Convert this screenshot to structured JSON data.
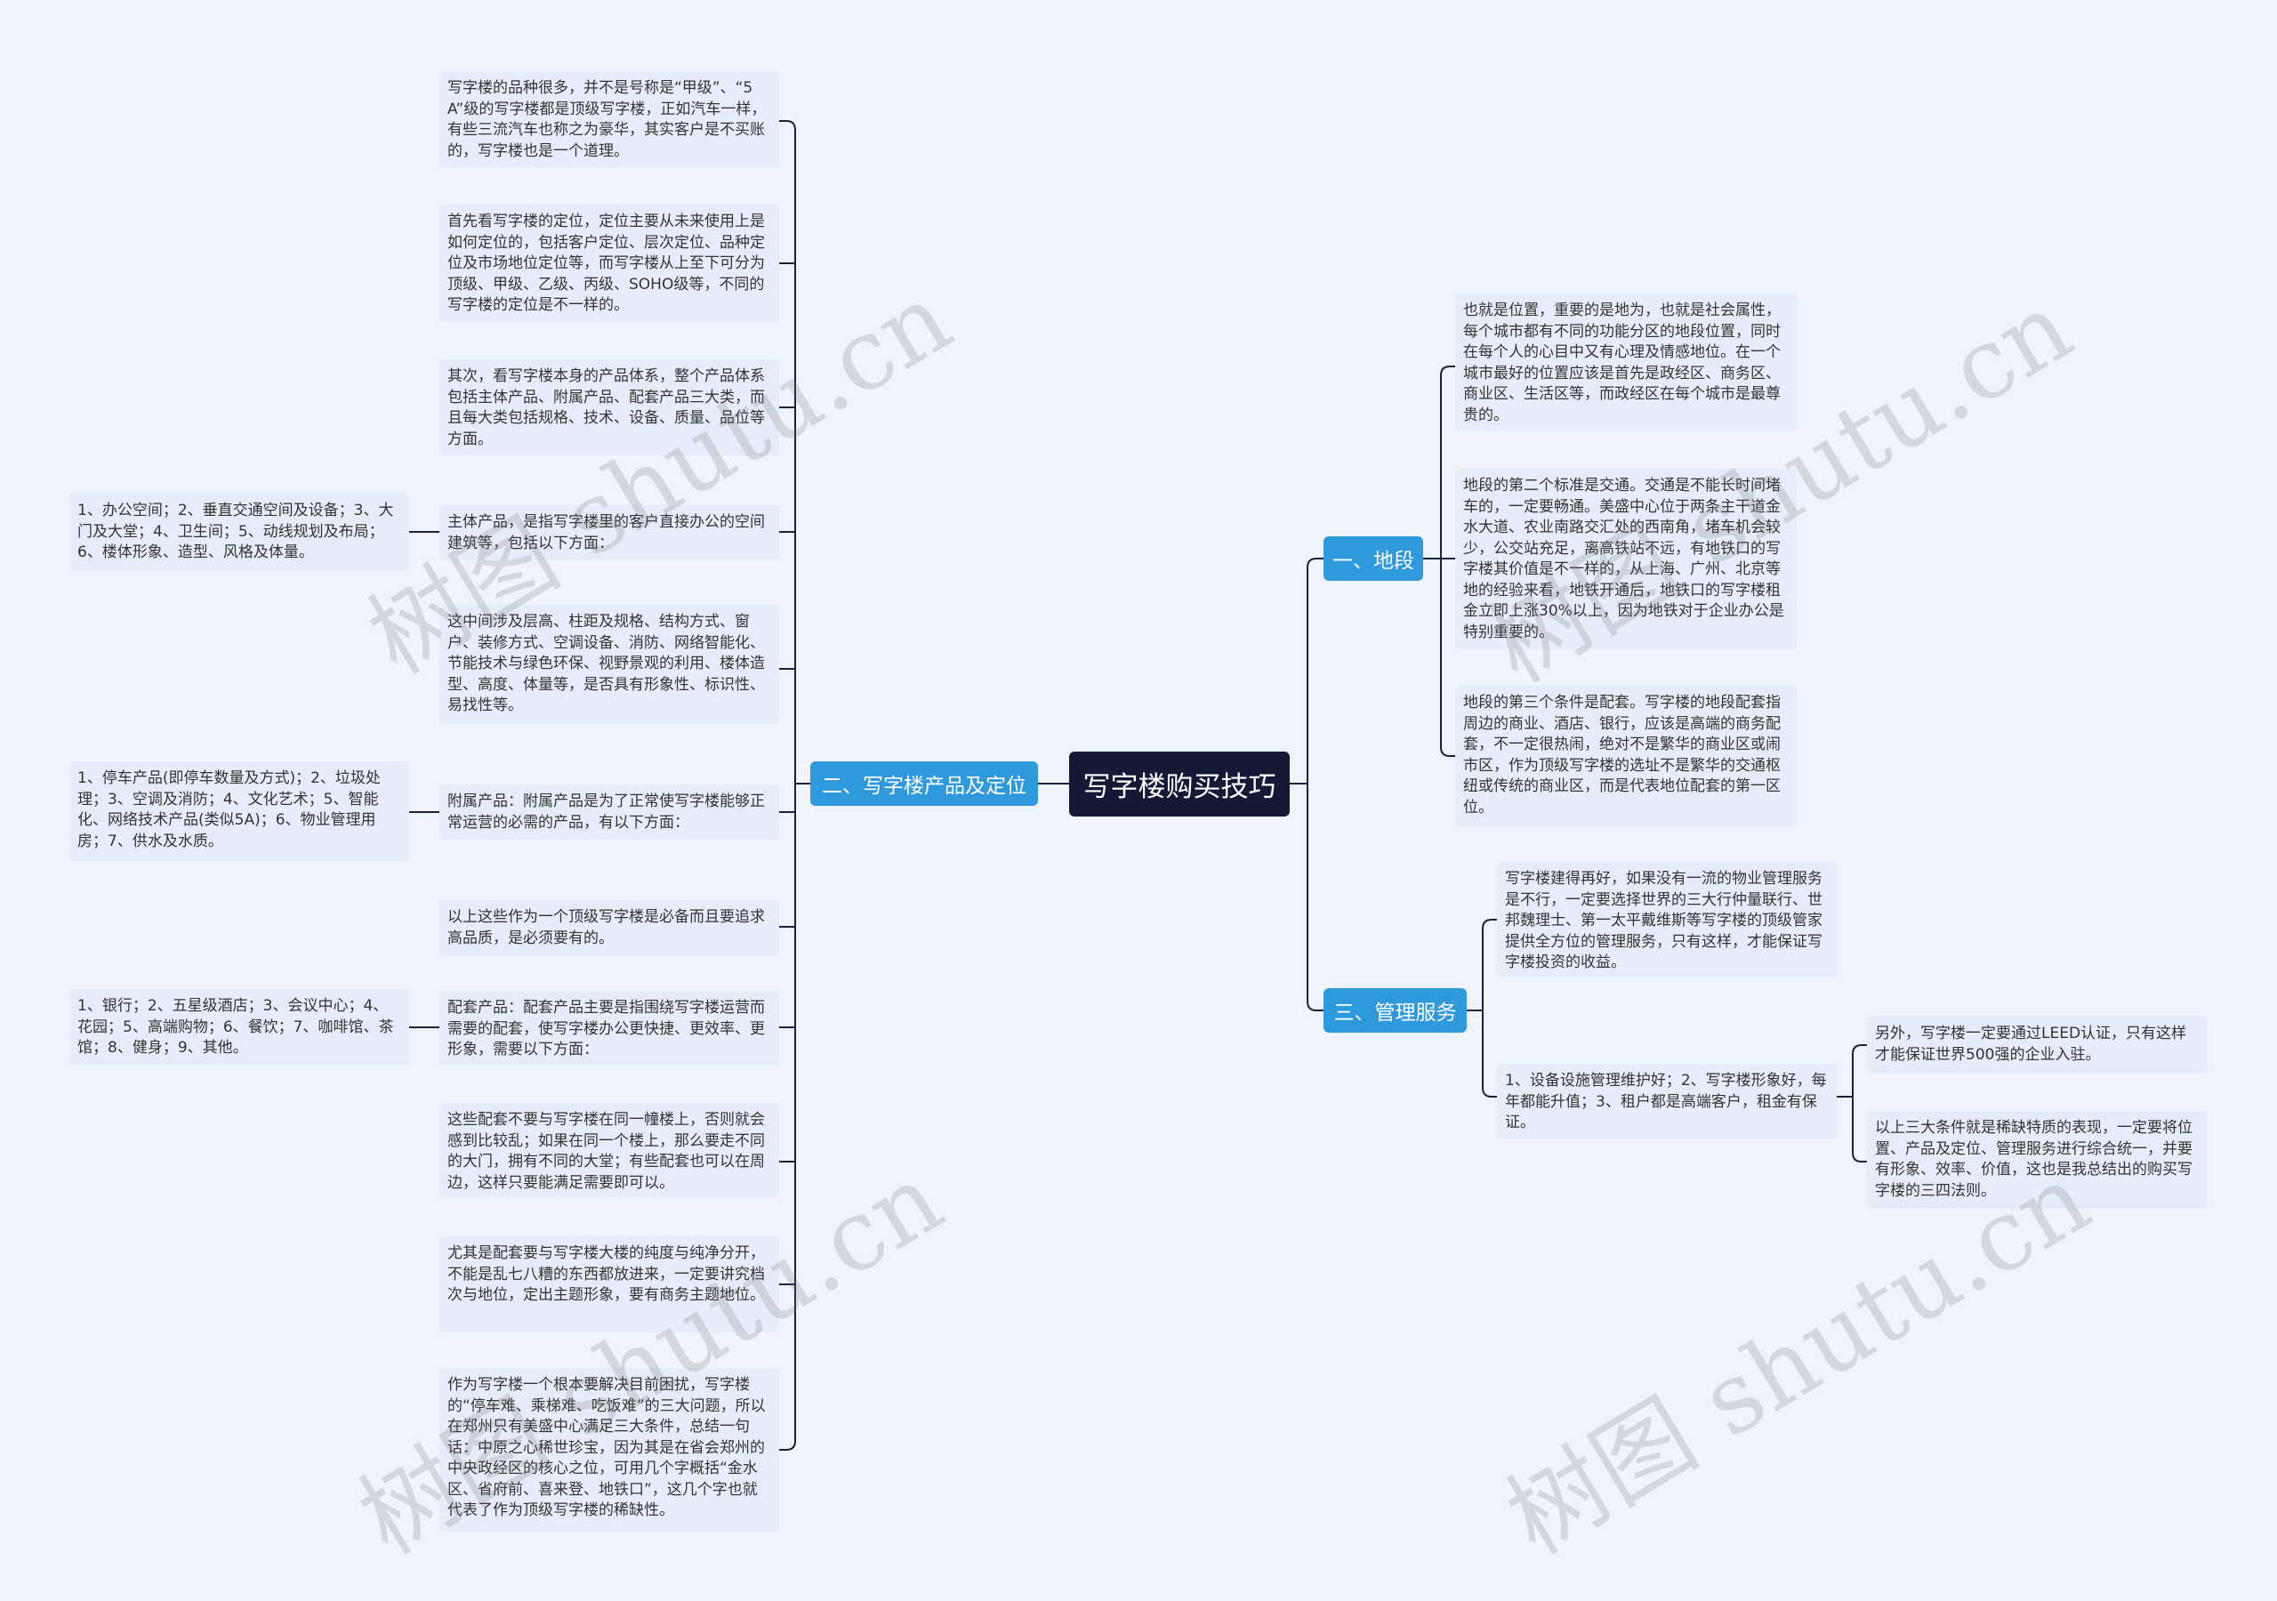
{
  "root": "写字楼购买技巧",
  "branches": {
    "b1": "一、地段",
    "b2": "二、写字楼产品及定位",
    "b3": "三、管理服务"
  },
  "b1_children": [
    "也就是位置，重要的是地为，也就是社会属性，每个城市都有不同的功能分区的地段位置，同时在每个人的心目中又有心理及情感地位。在一个城市最好的位置应该是首先是政经区、商务区、商业区、生活区等，而政经区在每个城市是最尊贵的。",
    "地段的第二个标准是交通。交通是不能长时间堵车的，一定要畅通。美盛中心位于两条主干道金水大道、农业南路交汇处的西南角，堵车机会较少，公交站充足，离高铁站不远，有地铁口的写字楼其价值是不一样的，从上海、广州、北京等地的经验来看，地铁开通后，地铁口的写字楼租金立即上涨30%以上，因为地铁对于企业办公是特别重要的。",
    "地段的第三个条件是配套。写字楼的地段配套指周边的商业、酒店、银行，应该是高端的商务配套，不一定很热闹，绝对不是繁华的商业区或闹市区，作为顶级写字楼的选址不是繁华的交通枢纽或传统的商业区，而是代表地位配套的第一区位。"
  ],
  "b3_children": [
    "写字楼建得再好，如果没有一流的物业管理服务是不行，一定要选择世界的三大行仲量联行、世邦魏理士、第一太平戴维斯等写字楼的顶级管家提供全方位的管理服务，只有这样，才能保证写字楼投资的收益。",
    "1、设备设施管理维护好；2、写字楼形象好，每年都能升值；3、租户都是高端客户，租金有保证。"
  ],
  "b3_sub": [
    "另外，写字楼一定要通过LEED认证，只有这样才能保证世界500强的企业入驻。",
    "以上三大条件就是稀缺特质的表现，一定要将位置、产品及定位、管理服务进行综合统一，并要有形象、效率、价值，这也是我总结出的购买写字楼的三四法则。"
  ],
  "b2_children": [
    "写字楼的品种很多，并不是号称是“甲级”、“5A”级的写字楼都是顶级写字楼，正如汽车一样，有些三流汽车也称之为豪华，其实客户是不买账的，写字楼也是一个道理。",
    "首先看写字楼的定位，定位主要从未来使用上是如何定位的，包括客户定位、层次定位、品种定位及市场地位定位等，而写字楼从上至下可分为顶级、甲级、乙级、丙级、SOHO级等，不同的写字楼的定位是不一样的。",
    "其次，看写字楼本身的产品体系，整个产品体系包括主体产品、附属产品、配套产品三大类，而且每大类包括规格、技术、设备、质量、品位等方面。",
    "主体产品，是指写字楼里的客户直接办公的空间建筑等，包括以下方面：",
    "这中间涉及层高、柱距及规格、结构方式、窗户、装修方式、空调设备、消防、网络智能化、节能技术与绿色环保、视野景观的利用、楼体造型、高度、体量等，是否具有形象性、标识性、易找性等。",
    "附属产品：附属产品是为了正常使写字楼能够正常运营的必需的产品，有以下方面：",
    "以上这些作为一个顶级写字楼是必备而且要追求高品质，是必须要有的。",
    "配套产品：配套产品主要是指围绕写字楼运营而需要的配套，使写字楼办公更快捷、更效率、更形象，需要以下方面：",
    "这些配套不要与写字楼在同一幢楼上，否则就会感到比较乱；如果在同一个楼上，那么要走不同的大门，拥有不同的大堂；有些配套也可以在周边，这样只要能满足需要即可以。",
    "尤其是配套要与写字楼大楼的纯度与纯净分开，不能是乱七八糟的东西都放进来，一定要讲究档次与地位，定出主题形象，要有商务主题地位。",
    "作为写字楼一个根本要解决目前困扰，写字楼的“停车难、乘梯难、吃饭难”的三大问题，所以在郑州只有美盛中心满足三大条件，总结一句话：中原之心稀世珍宝，因为其是在省会郑州的中央政经区的核心之位，可用几个字概括“金水区、省府前、喜来登、地铁口”，这几个字也就代表了作为顶级写字楼的稀缺性。"
  ],
  "b2_sub": [
    "1、办公空间；2、垂直交通空间及设备；3、大门及大堂；4、卫生间；5、动线规划及布局；6、楼体形象、造型、风格及体量。",
    "1、停车产品(即停车数量及方式)；2、垃圾处理；3、空调及消防；4、文化艺术；5、智能化、网络技术产品(类似5A)；6、物业管理用房；7、供水及水质。",
    "1、银行；2、五星级酒店；3、会议中心；4、花园；5、高端购物；6、餐饮；7、咖啡馆、茶馆；8、健身；9、其他。"
  ],
  "watermark": "树图 shutu.cn",
  "colors": {
    "background": "#eef3fc",
    "root": "#141a36",
    "branch": "#2f99de",
    "card": "#e6ecf9",
    "line": "#1c2038"
  }
}
